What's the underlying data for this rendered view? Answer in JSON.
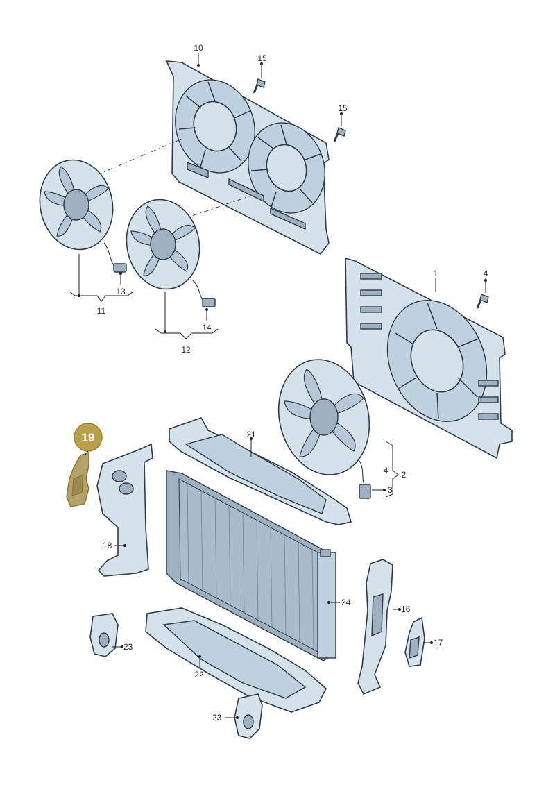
{
  "labels": {
    "l1": "1",
    "l2": "2",
    "l3": "3",
    "l4_top": "4",
    "l4_bracket": "4",
    "l10": "10",
    "l11": "11",
    "l12": "12",
    "l13": "13",
    "l14": "14",
    "l15_a": "15",
    "l15_b": "15",
    "l16": "16",
    "l17": "17",
    "l18": "18",
    "l21": "21",
    "l22": "22",
    "l23_a": "23",
    "l23_b": "23",
    "l24": "24"
  },
  "highlight": {
    "label": "19",
    "color": "#b8a14a"
  },
  "colors": {
    "part": "#d5e2ec",
    "outline": "#2f3b46",
    "highlight_part": "#b3a06a"
  }
}
